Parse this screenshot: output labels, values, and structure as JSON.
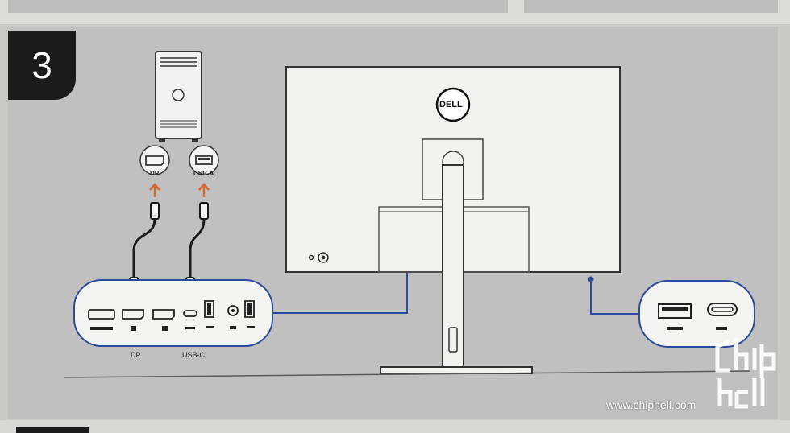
{
  "step_number": "3",
  "port_labels": {
    "dp_top": "DP",
    "usba_top": "USB-A",
    "dp_bottom": "DP",
    "usbc_bottom": "USB-C"
  },
  "monitor_logo": "DELL",
  "watermark": {
    "url": "www.chiphell.com"
  },
  "colors": {
    "background": "#bfc0bf",
    "arrow": "#d9682f",
    "callout_line": "#2b4a9b",
    "step_badge": "#1b1b1b"
  }
}
